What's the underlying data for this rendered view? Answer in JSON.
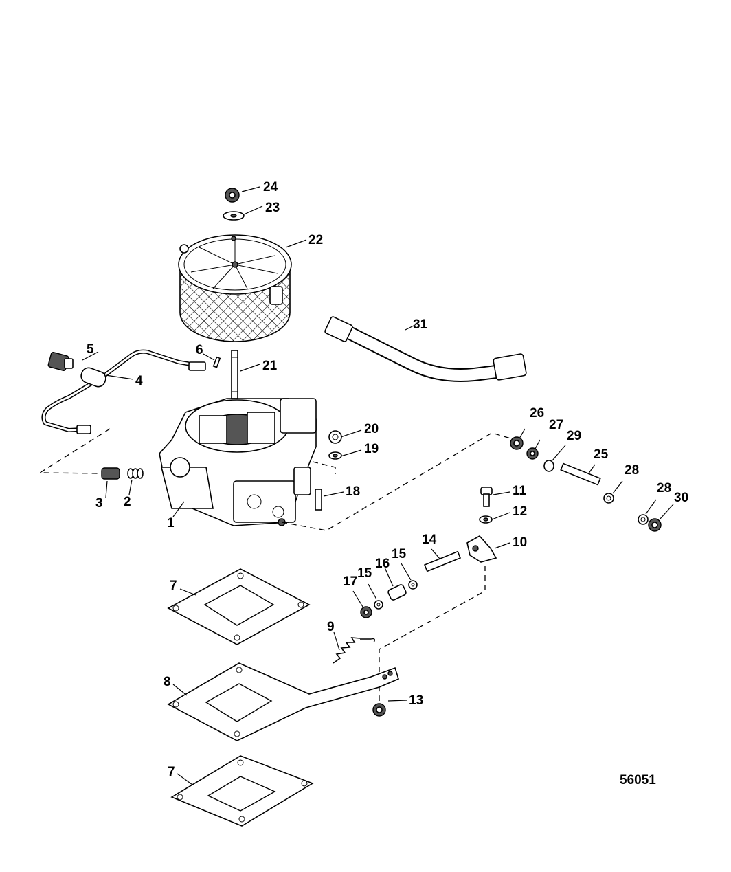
{
  "diagram": {
    "figure_id": "56051",
    "callouts": {
      "c1": "1",
      "c2": "2",
      "c3": "3",
      "c4": "4",
      "c5": "5",
      "c6": "6",
      "c7a": "7",
      "c7b": "7",
      "c8": "8",
      "c9": "9",
      "c10": "10",
      "c11": "11",
      "c12": "12",
      "c13": "13",
      "c14": "14",
      "c15a": "15",
      "c15b": "15",
      "c16": "16",
      "c17": "17",
      "c18": "18",
      "c19": "19",
      "c20": "20",
      "c21": "21",
      "c22": "22",
      "c23": "23",
      "c24": "24",
      "c25": "25",
      "c26": "26",
      "c27": "27",
      "c28a": "28",
      "c28b": "28",
      "c29": "29",
      "c30": "30",
      "c31": "31"
    }
  }
}
